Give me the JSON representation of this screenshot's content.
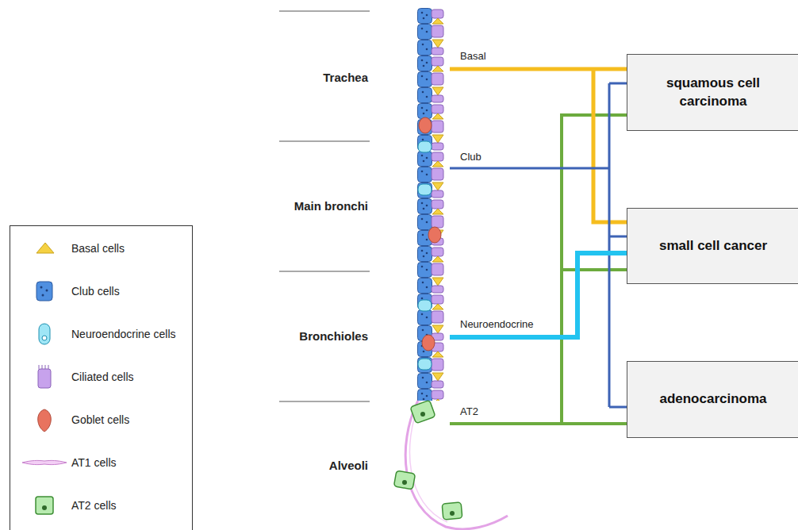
{
  "diagram": {
    "nodes": [
      {
        "text": [
          "squamous cell carcinoma"
        ]
      },
      {
        "text": [
          "small cell cancer"
        ]
      },
      {
        "text": [
          "adenocarcinoma"
        ]
      }
    ],
    "labels": [
      "Trachea",
      "Basal",
      "Main bronchi",
      "Club",
      "Bronchioles",
      "Neuroendocrine",
      "AT2",
      "Alveoli"
    ],
    "legend": [
      {
        "text": "Basal cells"
      },
      {
        "text": "Club cells"
      },
      {
        "text": "Neuroendocrine  cells"
      },
      {
        "text": "Ciliated cells"
      },
      {
        "text": "Goblet cells"
      },
      {
        "text": "AT1 cells"
      },
      {
        "text": "AT2 cells"
      }
    ]
  }
}
